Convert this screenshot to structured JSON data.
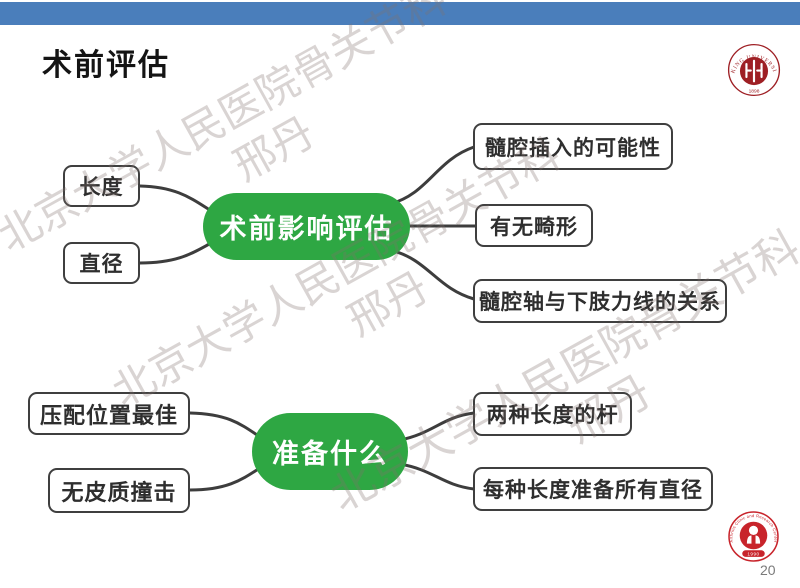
{
  "slide": {
    "title": "术前评估",
    "page_number": "20"
  },
  "watermark": {
    "line1": "北京大学人民医院骨关节科",
    "line2": "邢丹"
  },
  "logos": {
    "pku": {
      "ring_text": "PEKING UNIVERSITY",
      "year": "1898"
    },
    "arthritis": {
      "ring_text": "Arthritis Clinic and Research Center",
      "year": "1990"
    }
  },
  "map1": {
    "center": "术前影响评估",
    "left": [
      "长度",
      "直径"
    ],
    "right": [
      "髓腔插入的可能性",
      "有无畸形",
      "髓腔轴与下肢力线的关系"
    ]
  },
  "map2": {
    "center": "准备什么",
    "left": [
      "压配位置最佳",
      "无皮质撞击"
    ],
    "right": [
      "两种长度的杆",
      "每种长度准备所有直径"
    ]
  },
  "colors": {
    "accent_bar": "#4A7EBB",
    "node_green": "#2EA743",
    "node_border": "#3F3F3F",
    "connector": "#3D3D3D",
    "pku_red": "#9E1F24",
    "arthritis_red": "#C8242B"
  }
}
